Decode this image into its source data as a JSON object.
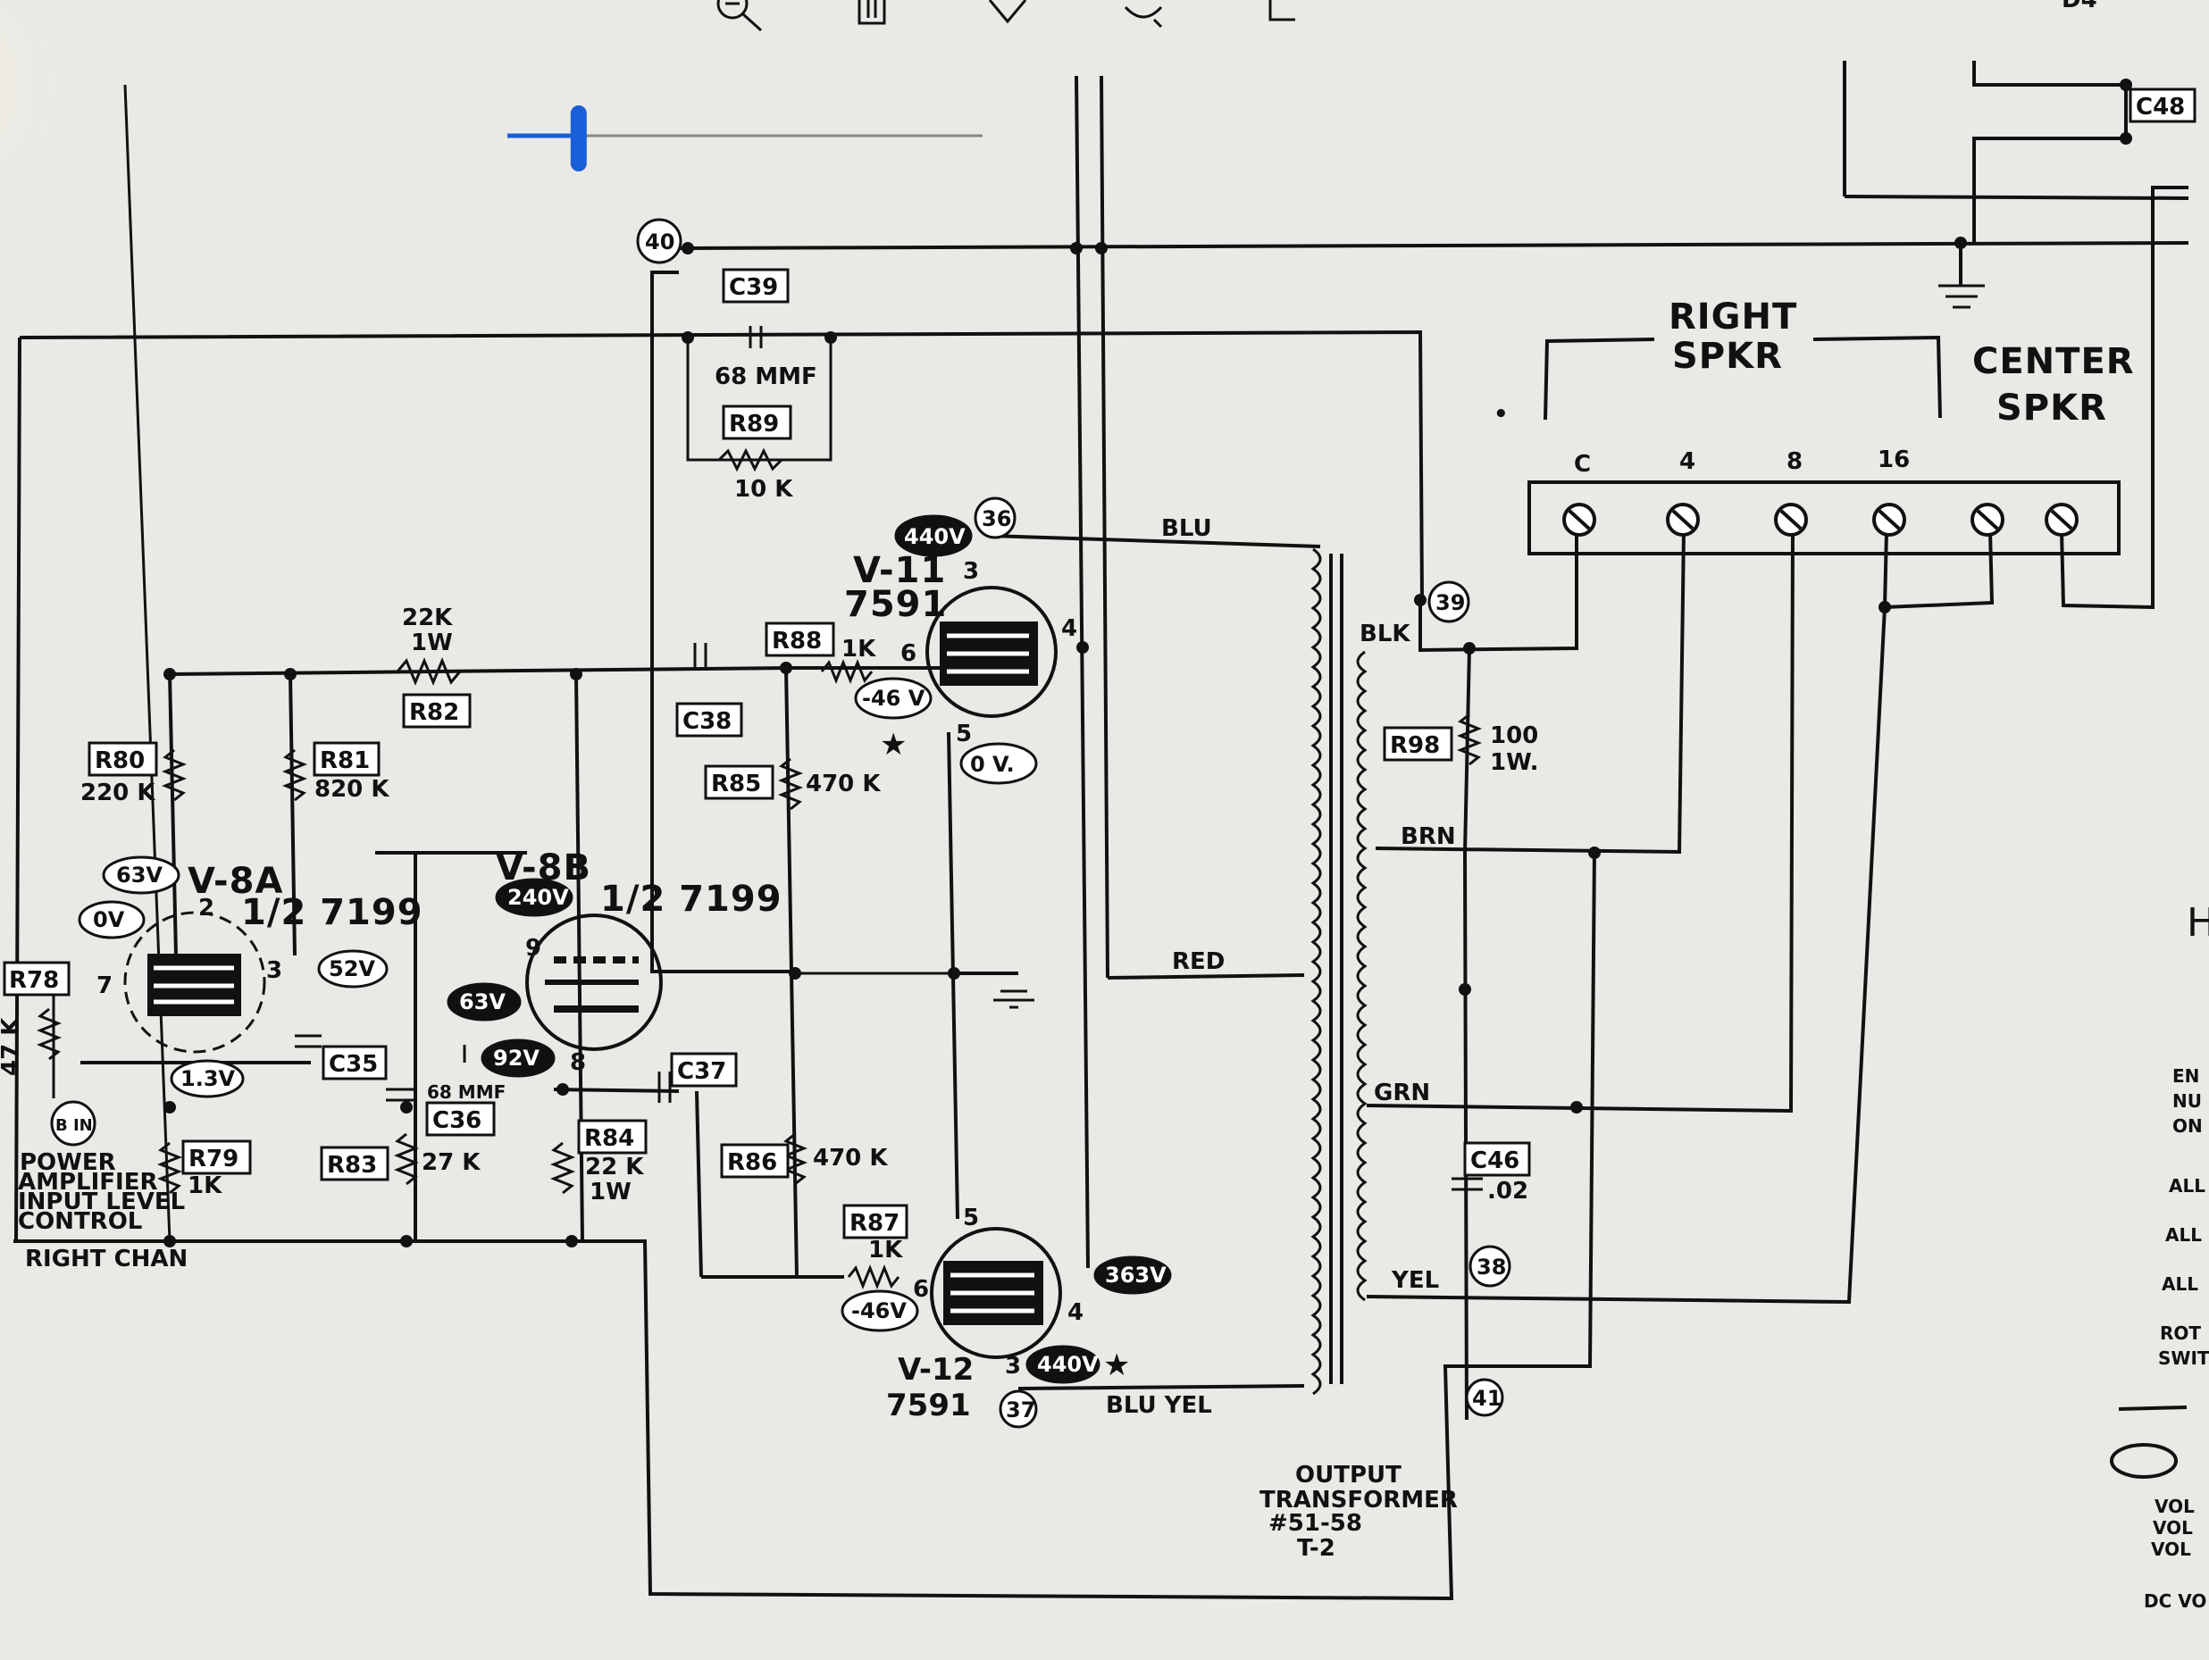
{
  "toolbar": {
    "page_label": "D4"
  },
  "tubes": {
    "v8a": {
      "label": "V-8A",
      "type": "1/2  7199"
    },
    "v8b": {
      "label": "V-8B",
      "type": "1/2  7199"
    },
    "v11": {
      "label": "V-11",
      "type": "7591"
    },
    "v12": {
      "label": "V-12",
      "type": "7591"
    }
  },
  "components": {
    "c39": "C39",
    "c39_value": "68 MMF",
    "r89": "R89",
    "r89_value": "10 K",
    "r82": "R82",
    "r82_value_1": "22K",
    "r82_value_2": "1W",
    "r80": "R80",
    "r80_value": "220 K",
    "r81": "R81",
    "r81_value": "820 K",
    "c38": "C38",
    "r88": "R88",
    "r88_value": "1K",
    "r85": "R85",
    "r85_value": "470 K",
    "r78": "R78",
    "r78_value": "47 K",
    "c35": "C35",
    "c36": "C36",
    "c36_value": "68 MMF",
    "c37": "C37",
    "r79": "R79",
    "r79_value": "1K",
    "r83": "R83",
    "r83_value": "27 K",
    "r84": "R84",
    "r84_value_1": "22 K",
    "r84_value_2": "1W",
    "r86": "R86",
    "r86_value": "470 K",
    "r87": "R87",
    "r87_value": "1K",
    "r98": "R98",
    "r98_value_1": "100",
    "r98_value_2": "1W.",
    "c46": "C46",
    "c46_value": ".02",
    "c48": "C48"
  },
  "voltages": {
    "v11_plate": "440V",
    "v11_grid": "-46 V",
    "v11_cathode": "0 V.",
    "v8a_plate": "63V",
    "v8a_grid": "0V",
    "v8a_k": "52V",
    "v8a_cathode": "1.3V",
    "v8b_plate": "240V",
    "v8b_grid": "63V",
    "v8b_cathode": "92V",
    "v12_grid": "-46V",
    "v12_screen": "363V",
    "v12_plate": "440V"
  },
  "nodes": {
    "n40": "40",
    "n36": "36",
    "n39": "39",
    "n38": "38",
    "n37": "37",
    "n41": "41",
    "n_b": "B IN"
  },
  "pins": {
    "p2": "2",
    "p7": "7",
    "p3": "3",
    "p9": "9",
    "p8": "8",
    "p6": "6",
    "p4": "4",
    "p5": "5"
  },
  "wires": {
    "blu": "BLU",
    "blk": "BLK",
    "brn": "BRN",
    "red": "RED",
    "grn": "GRN",
    "yel": "YEL",
    "blu_yel": "BLU  YEL"
  },
  "speakers": {
    "right_1": "RIGHT",
    "right_2": "SPKR",
    "center_1": "CENTER",
    "center_2": "SPKR",
    "terminals": [
      "C",
      "4",
      "8",
      "16"
    ]
  },
  "control": {
    "line1": "POWER",
    "line2": "AMPLIFIER",
    "line3": "INPUT LEVEL",
    "line4": "CONTROL",
    "channel": "RIGHT CHAN"
  },
  "transformer": {
    "line1": "OUTPUT",
    "line2": "TRANSFORMER",
    "line3": "#51-58",
    "line4": "T-2"
  },
  "legend": [
    "EN",
    "NU",
    "ON",
    "ALL",
    "ALL",
    "ALL",
    "ROT",
    "SWIT",
    "VOL",
    "VOL",
    "VOL",
    "DC VO"
  ],
  "right_edge_char": "H",
  "zoom": {
    "level": 0.15
  }
}
